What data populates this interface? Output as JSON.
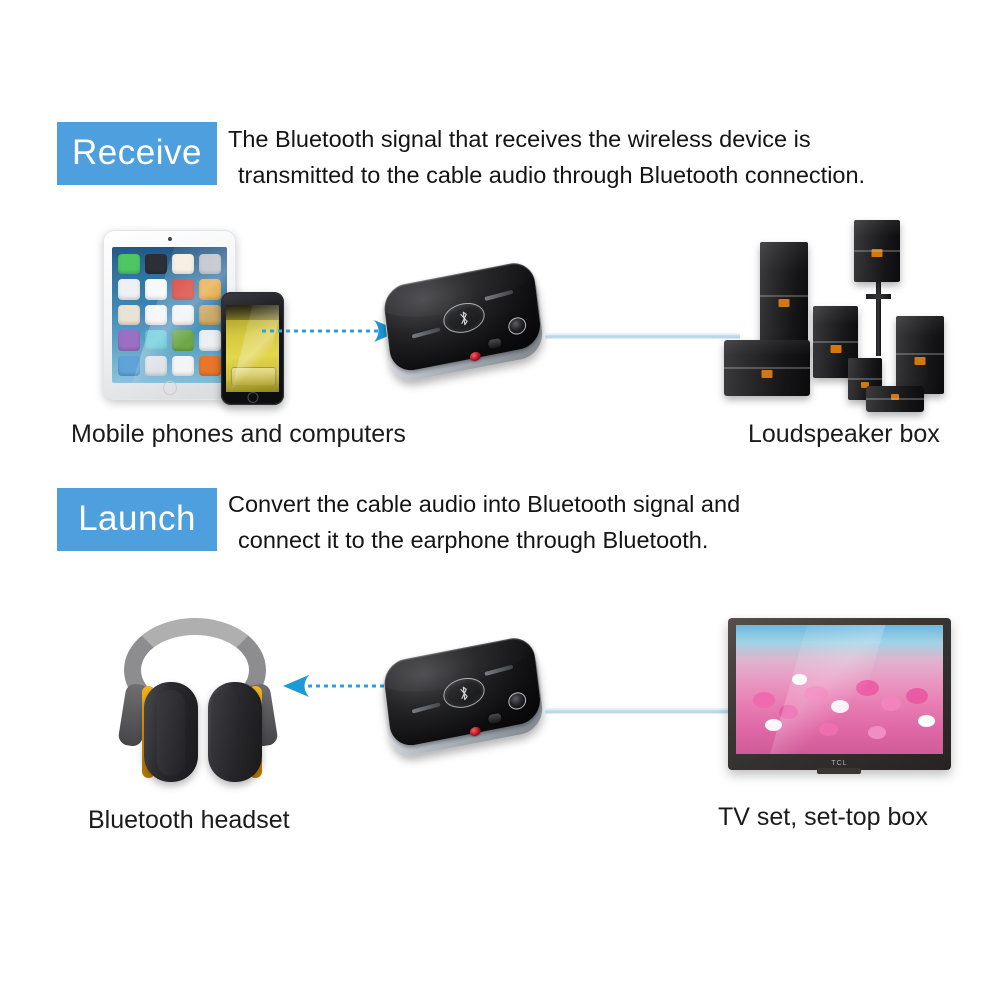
{
  "page": {
    "background_color": "#ffffff",
    "accent_color": "#4e9fdd",
    "text_color": "#141414"
  },
  "sections": [
    {
      "id": "receive",
      "badge_label": "Receive",
      "description_line1": "The Bluetooth signal that receives the wireless device is",
      "description_line2": "transmitted to the cable audio through Bluetooth connection.",
      "source_caption": "Mobile phones and computers",
      "target_caption": "Loudspeaker box",
      "left_link": {
        "style": "dotted",
        "color": "#2f9fd8",
        "arrow": "right"
      },
      "right_link": {
        "style": "solid",
        "color": "#bcd9ea",
        "arrow": "none"
      }
    },
    {
      "id": "launch",
      "badge_label": "Launch",
      "description_line1": "Convert the cable audio into Bluetooth signal and",
      "description_line2": "connect it to the earphone through Bluetooth.",
      "source_caption": "Bluetooth headset",
      "target_caption": "TV set, set-top box",
      "left_link": {
        "style": "dotted",
        "color": "#2f9fd8",
        "arrow": "left"
      },
      "right_link": {
        "style": "solid",
        "color": "#bcd9ea",
        "arrow": "none"
      }
    }
  ],
  "device": {
    "name": "bluetooth-audio-adapter",
    "body_color": "#0d0d0f",
    "edge_color": "#d9dde2",
    "button_icon": "bluetooth-icon",
    "ports": [
      "led-indicator",
      "micro-usb-port",
      "audio-jack-port"
    ]
  },
  "speakers": {
    "logo_color": "#d4770f",
    "count": 7
  },
  "headphones": {
    "band_color": "#8d8d8f",
    "cup_color": "#19191c",
    "accent_color": "#e09a0d"
  },
  "tv": {
    "bezel_color": "#3a3634",
    "screen_content": "pink-cosmos-flower-field"
  },
  "tablet": {
    "body_color": "#ffffff",
    "screen_color": "#3f87b4"
  },
  "phone": {
    "body_color": "#121316",
    "screen_color": "#d6c93f"
  }
}
